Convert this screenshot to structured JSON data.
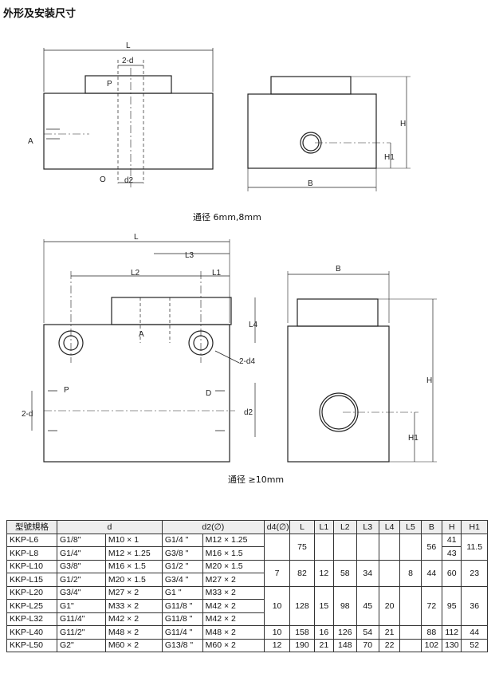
{
  "title": "外形及安装尺寸",
  "captions": {
    "top": "通径 6mm,8mm",
    "bottom": "通径 ≥10mm"
  },
  "drawing_labels": {
    "L": "L",
    "d2_minus_d": "2-d",
    "P": "P",
    "A": "A",
    "O": "O",
    "d2": "d2",
    "H": "H",
    "H1": "H1",
    "B": "B",
    "L1": "L1",
    "L2": "L2",
    "L3": "L3",
    "L4": "L4",
    "d4_2": "2-d4",
    "D": "D",
    "d2_minus_d_vert": "2-d"
  },
  "table": {
    "headers": [
      "型號規格",
      "d",
      "d2(∅)",
      "d4(∅)",
      "L",
      "L1",
      "L2",
      "L3",
      "L4",
      "L5",
      "B",
      "H",
      "H1"
    ],
    "rows": [
      {
        "model": "KKP-L6",
        "d_g": "G1/8\"",
        "d_m": "M10 × 1",
        "d2_g": "G1/4 \"",
        "d2_m": "M12 × 1.25"
      },
      {
        "model": "KKP-L8",
        "d_g": "G1/4\"",
        "d_m": "M12 × 1.25",
        "d2_g": "G3/8 \"",
        "d2_m": "M16 × 1.5"
      },
      {
        "model": "KKP-L10",
        "d_g": "G3/8\"",
        "d_m": "M16 × 1.5",
        "d2_g": "G1/2 \"",
        "d2_m": "M20 × 1.5"
      },
      {
        "model": "KKP-L15",
        "d_g": "G1/2\"",
        "d_m": "M20 × 1.5",
        "d2_g": "G3/4 \"",
        "d2_m": "M27 × 2"
      },
      {
        "model": "KKP-L20",
        "d_g": "G3/4\"",
        "d_m": "M27 × 2",
        "d2_g": "G1 \"",
        "d2_m": "M33 × 2"
      },
      {
        "model": "KKP-L25",
        "d_g": "G1\"",
        "d_m": "M33 × 2",
        "d2_g": "G11/8 \"",
        "d2_m": "M42 × 2"
      },
      {
        "model": "KKP-L32",
        "d_g": "G11/4\"",
        "d_m": "M42 × 2",
        "d2_g": "G11/8 \"",
        "d2_m": "M42 × 2"
      },
      {
        "model": "KKP-L40",
        "d_g": "G11/2\"",
        "d_m": "M48 × 2",
        "d2_g": "G11/4 \"",
        "d2_m": "M48 × 2"
      },
      {
        "model": "KKP-L50",
        "d_g": "G2\"",
        "d_m": "M60 × 2",
        "d2_g": "G13/8 \"",
        "d2_m": "M60 × 2"
      }
    ],
    "merged": {
      "L6_8": {
        "L": "75",
        "B": "56",
        "H_L6": "41",
        "H_L8": "43",
        "H1": "11.5"
      },
      "L10_15": {
        "d4": "7",
        "L": "82",
        "L1": "12",
        "L2": "58",
        "L3": "34",
        "L5": "8",
        "B": "44",
        "H": "60",
        "H1": "23"
      },
      "L20_32": {
        "d4": "10",
        "L": "128",
        "L1": "15",
        "L2": "98",
        "L3": "45",
        "L4": "20",
        "B": "72",
        "H": "95",
        "H1": "36"
      },
      "L40": {
        "d4": "10",
        "L": "158",
        "L1": "16",
        "L2": "126",
        "L3": "54",
        "L4": "21",
        "B": "88",
        "H": "112",
        "H1": "44"
      },
      "L50": {
        "d4": "12",
        "L": "190",
        "L1": "21",
        "L2": "148",
        "L3": "70",
        "L4": "22",
        "B": "102",
        "H": "130",
        "H1": "52"
      }
    }
  }
}
